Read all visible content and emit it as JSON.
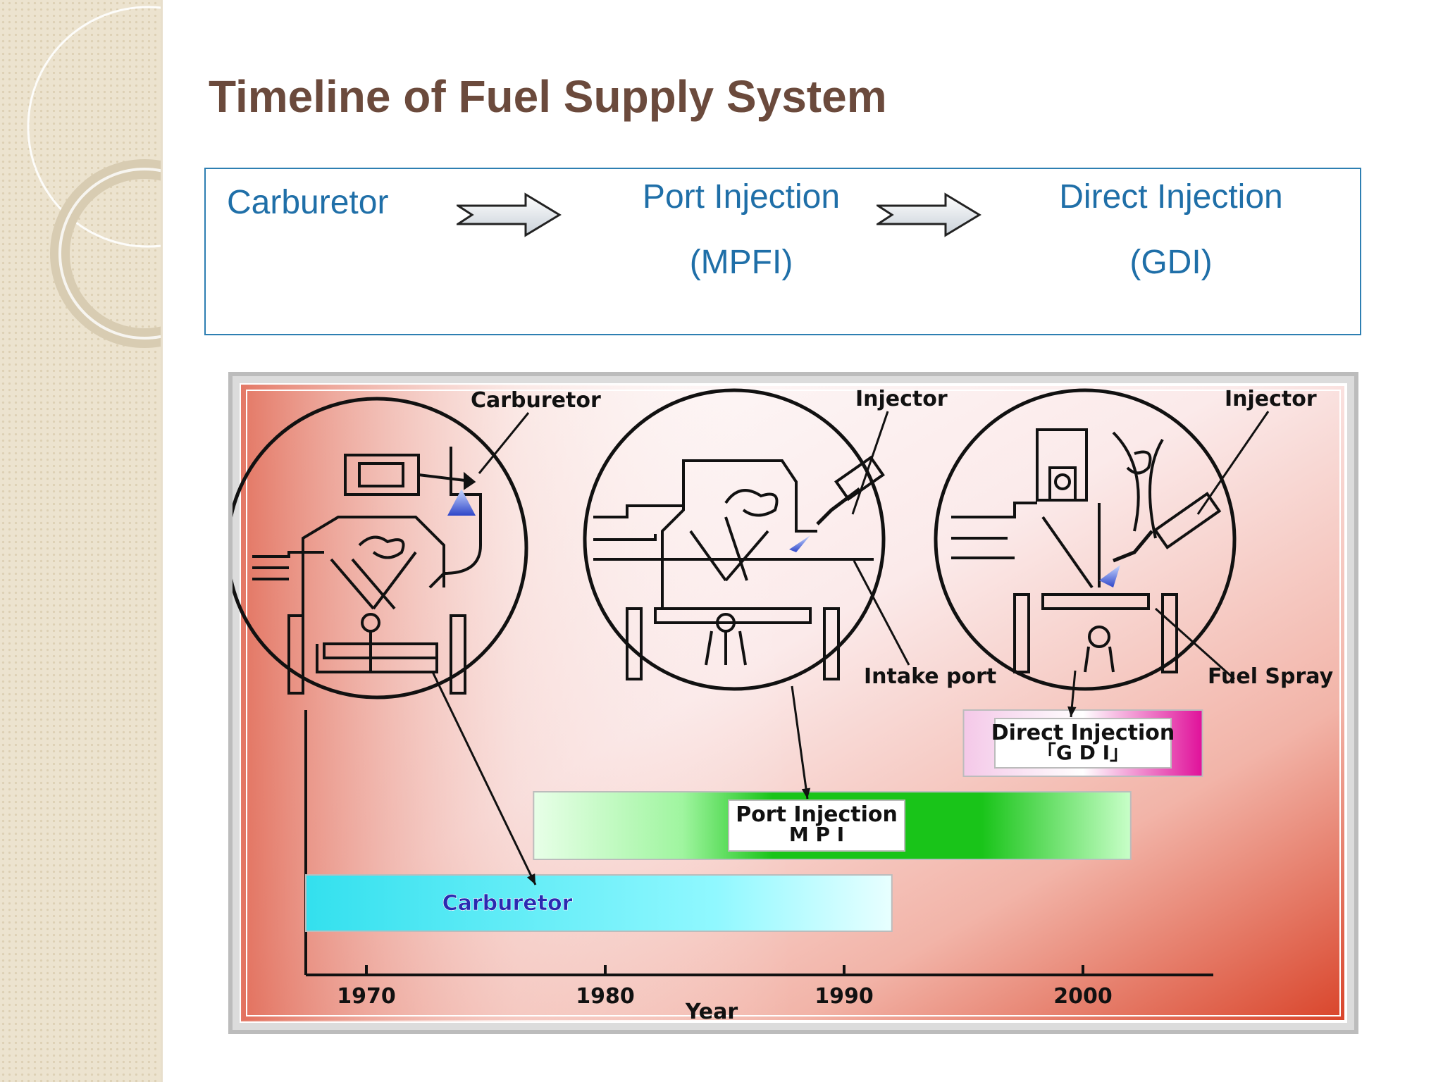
{
  "slide": {
    "title": "Timeline of Fuel Supply System"
  },
  "flow": {
    "stages": [
      {
        "name": "Carburetor",
        "abbr": ""
      },
      {
        "name": "Port Injection",
        "abbr": "(MPFI)"
      },
      {
        "name": "Direct Injection",
        "abbr": "(GDI)"
      }
    ],
    "arrow_icon": "right-arrow-icon"
  },
  "diagram": {
    "callouts": {
      "carburetor": "Carburetor",
      "injector_port": "Injector",
      "injector_direct": "Injector",
      "intake_port": "Intake port",
      "fuel_spray": "Fuel Spray"
    },
    "timeline_bars": [
      {
        "label": "Carburetor",
        "sub": "",
        "start": 1967,
        "end": 1992,
        "color": "#33e0ee"
      },
      {
        "label": "Port Injection",
        "sub": "M P I",
        "start": 1977,
        "end": 2002,
        "color": "#19c419"
      },
      {
        "label": "Direct Injection",
        "sub": "「G D I」",
        "start": 1995,
        "end": 2005,
        "color": "#e0109a"
      }
    ],
    "axis": {
      "label": "Year",
      "ticks": [
        "1970",
        "1980",
        "1990",
        "2000"
      ]
    },
    "colors": {
      "accent_blue": "#1f6fa8",
      "title_brown": "#6b4a3c",
      "background_red": "#d9442a"
    }
  }
}
